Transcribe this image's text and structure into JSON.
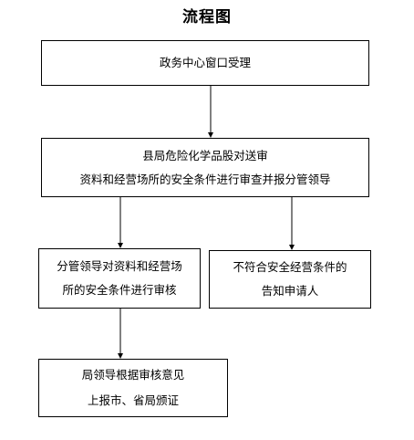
{
  "title": "流程图",
  "steps": {
    "window_acceptance": {
      "lines": [
        "政务中心窗口受理"
      ]
    },
    "county_review": {
      "lines": [
        "县局危险化学品股对送审",
        "资料和经营场所的安全条件进行审查并报分管领导"
      ]
    },
    "leader_review": {
      "lines": [
        "分管领导对资料和经营场",
        "所的安全条件进行审核"
      ]
    },
    "reject_notice": {
      "lines": [
        "不符合安全经营条件的",
        "告知申请人"
      ]
    },
    "bureau_submit": {
      "lines": [
        "局领导根据审核意见",
        "上报市、省局颁证"
      ]
    }
  },
  "connectors": [
    {
      "from": "window_acceptance",
      "to": "county_review"
    },
    {
      "from": "county_review",
      "to": "leader_review"
    },
    {
      "from": "county_review",
      "to": "reject_notice"
    },
    {
      "from": "leader_review",
      "to": "bureau_submit"
    }
  ]
}
